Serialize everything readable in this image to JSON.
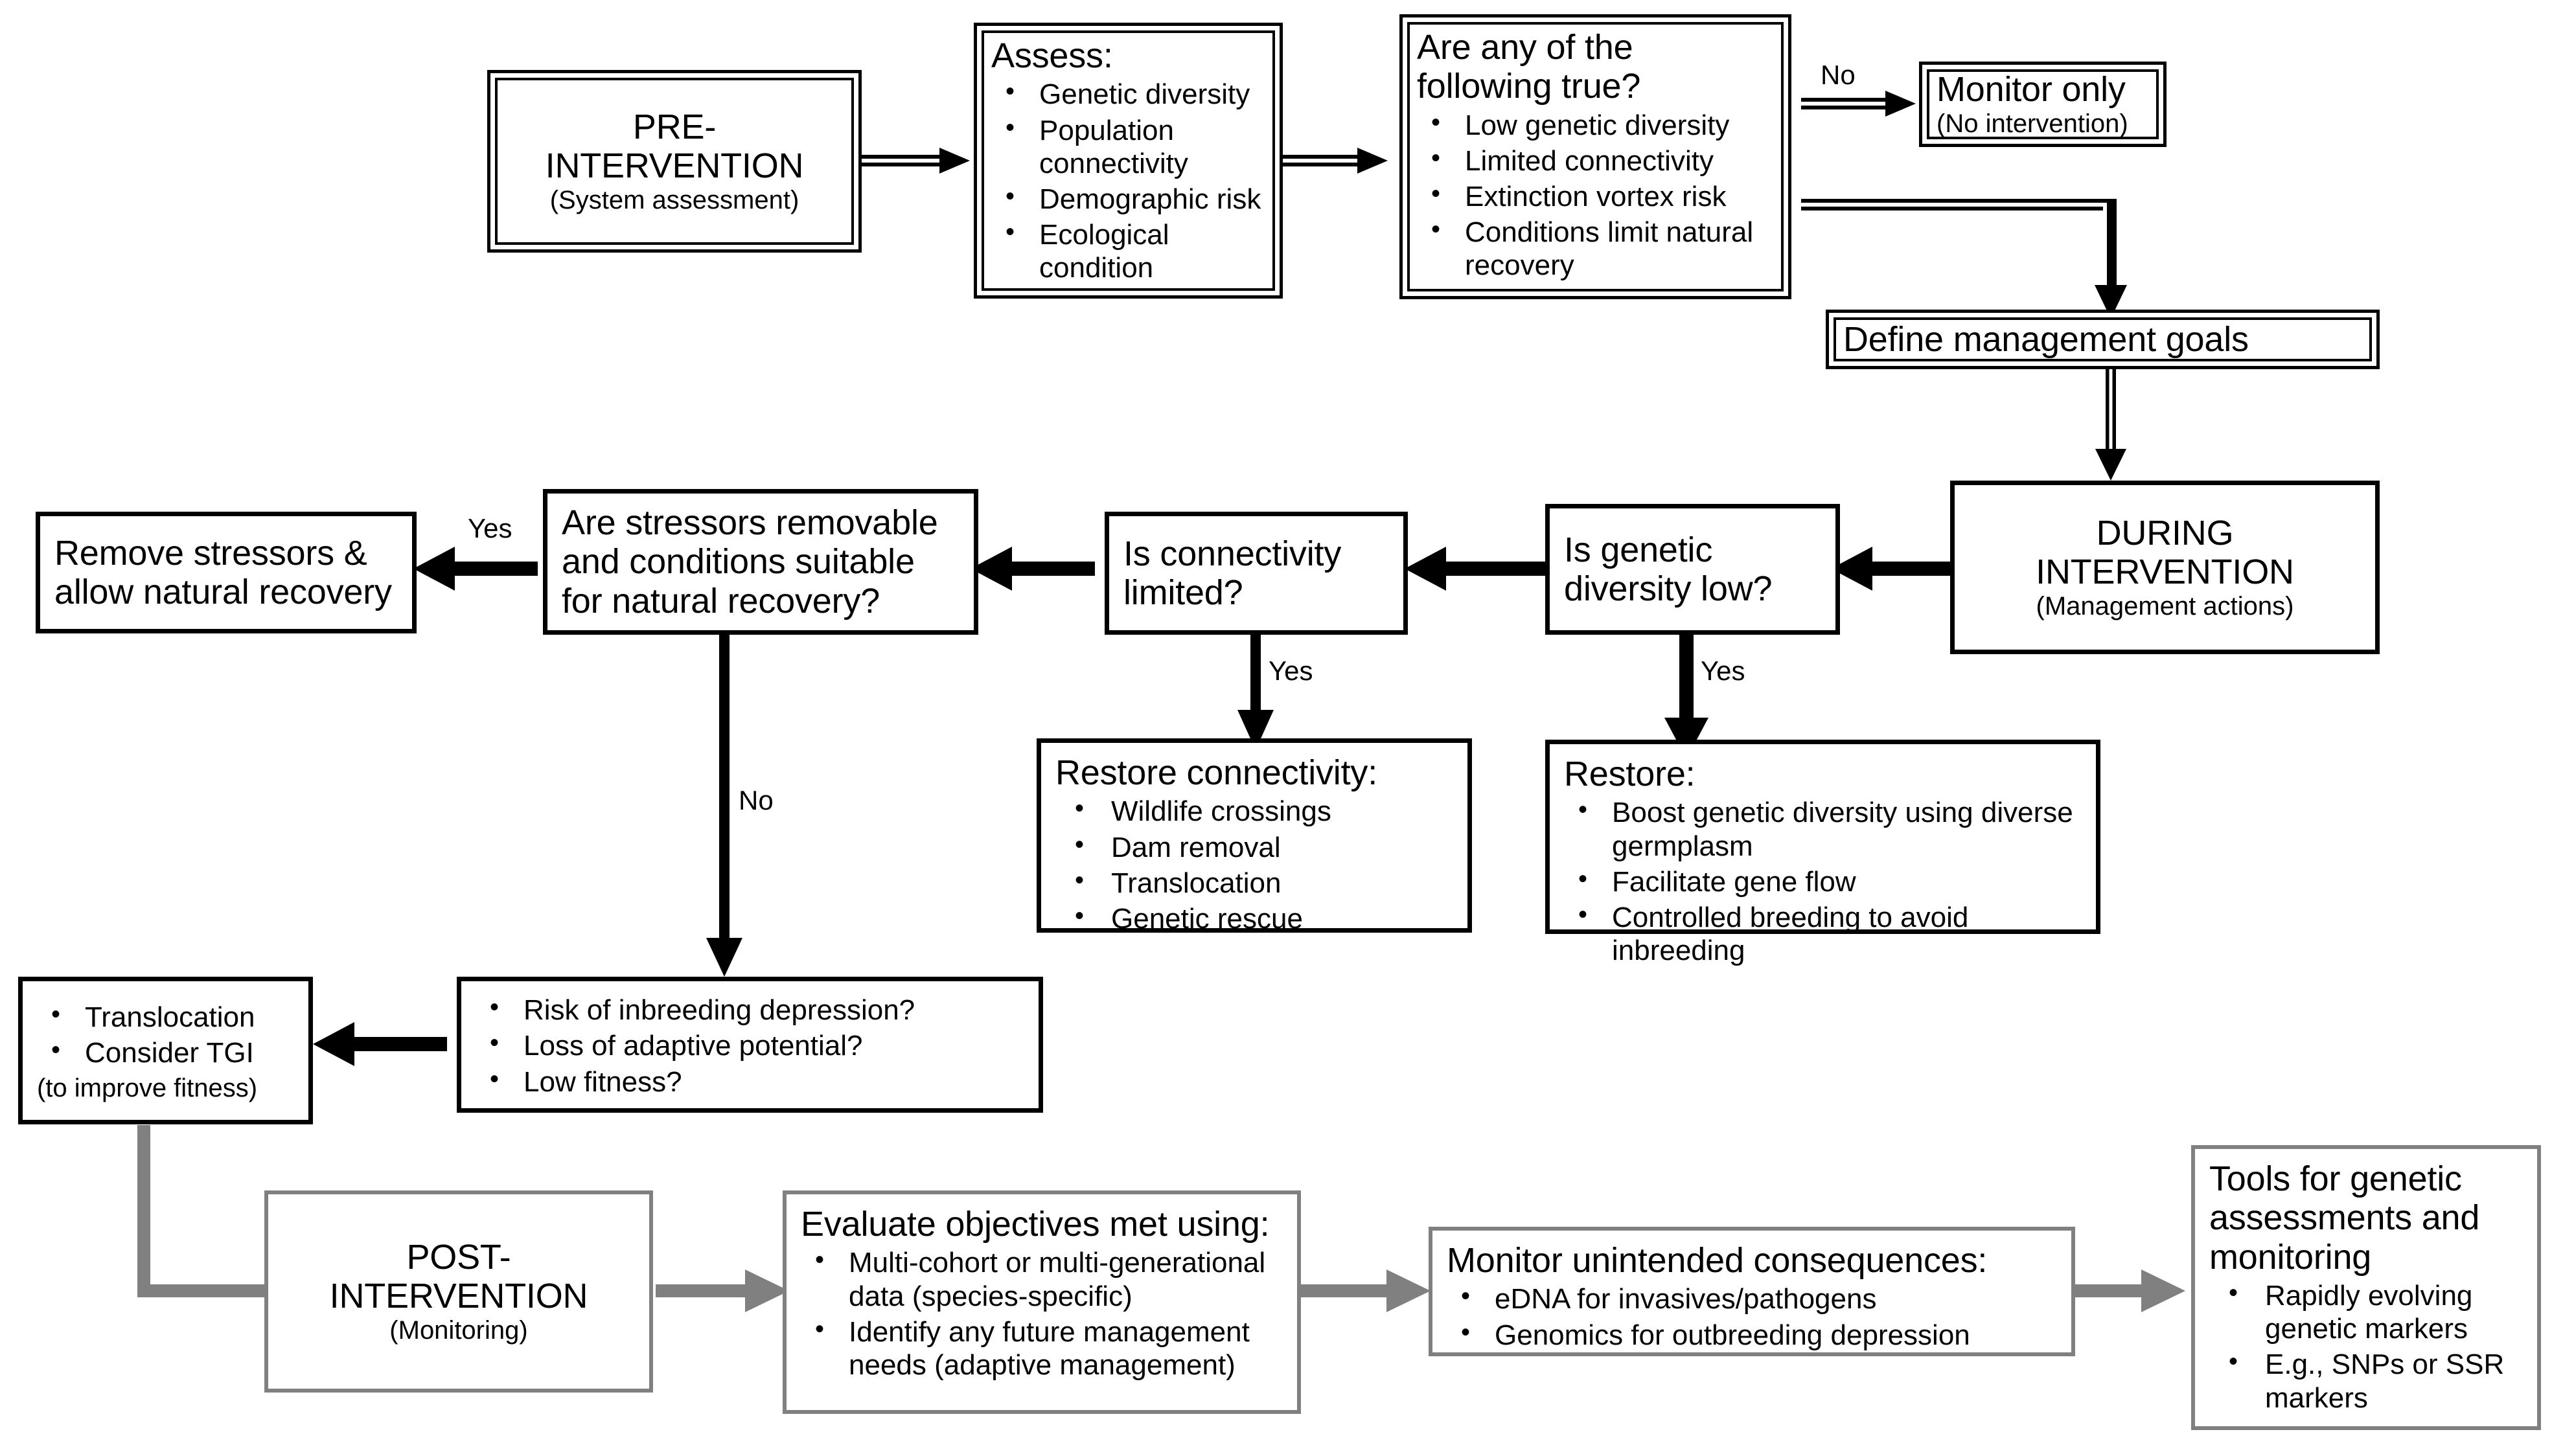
{
  "diagram": {
    "title": "Genetic intervention decision flowchart",
    "colors": {
      "line_black": "#000000",
      "line_gray": "#808080",
      "background": "#ffffff"
    }
  },
  "nodes": {
    "pre_intervention": {
      "title": "PRE-INTERVENTION",
      "subtitle": "(System assessment)"
    },
    "assess": {
      "title": "Assess:",
      "items": [
        "Genetic diversity",
        "Population connectivity",
        "Demographic risk",
        "Ecological condition"
      ]
    },
    "are_any_true": {
      "title": "Are any of the following true?",
      "items": [
        "Low genetic diversity",
        "Limited connectivity",
        "Extinction vortex risk",
        "Conditions limit natural recovery"
      ]
    },
    "monitor_only": {
      "title": "Monitor only",
      "subtitle": "(No intervention)"
    },
    "define_goals": {
      "title": "Define management goals"
    },
    "during_intervention": {
      "title": "DURING INTERVENTION",
      "subtitle": "(Management actions)"
    },
    "is_genetic_diversity_low": {
      "title": "Is genetic diversity low?"
    },
    "is_connectivity_limited": {
      "title": "Is connectivity limited?"
    },
    "are_stressors_removable": {
      "title": "Are stressors removable and conditions suitable for natural recovery?"
    },
    "remove_stressors": {
      "title": "Remove stressors & allow natural recovery"
    },
    "restore_connectivity": {
      "title": "Restore connectivity:",
      "items": [
        " Wildlife crossings",
        "Dam removal",
        "Translocation",
        "Genetic rescue"
      ]
    },
    "restore_genetic": {
      "title": "Restore:",
      "items": [
        "Boost genetic diversity using diverse germplasm",
        "Facilitate gene flow",
        "Controlled breeding to avoid inbreeding"
      ]
    },
    "risk_questions": {
      "items": [
        "Risk of inbreeding depression?",
        "Loss of adaptive potential?",
        "Low fitness?"
      ]
    },
    "translocation_tgi": {
      "items": [
        "Translocation",
        "Consider TGI"
      ],
      "subtitle": "(to improve fitness)"
    },
    "post_intervention": {
      "title": "POST-INTERVENTION",
      "subtitle": "(Monitoring)"
    },
    "evaluate_objectives": {
      "title": "Evaluate objectives met using:",
      "items": [
        "Multi-cohort or multi-generational data   (species-specific)",
        "Identify any future management needs (adaptive management)"
      ]
    },
    "monitor_consequences": {
      "title": "Monitor unintended consequences:",
      "items": [
        "eDNA for invasives/pathogens",
        "Genomics for outbreeding depression"
      ]
    },
    "tools_genetic": {
      "title": "Tools for genetic assessments and monitoring",
      "items": [
        "Rapidly evolving genetic markers",
        "E.g., SNPs or SSR markers"
      ]
    }
  },
  "edge_labels": {
    "no_monitor": "No",
    "yes_remove": "Yes",
    "no_risk": "No",
    "yes_connectivity": "Yes",
    "yes_genetic": "Yes"
  }
}
